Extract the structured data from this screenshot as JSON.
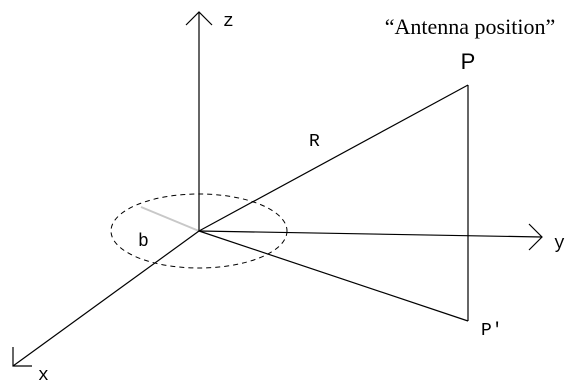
{
  "diagram": {
    "title": "“Antenna position”",
    "labels": {
      "z_axis": "z",
      "y_axis": "y",
      "x_axis": "x",
      "point_p": "P",
      "point_p_prime": "P'",
      "distance_r": "R",
      "radius_b": "b"
    },
    "colors": {
      "line": "#000000",
      "radius": "#c8c8c8",
      "background": "#ffffff"
    }
  }
}
